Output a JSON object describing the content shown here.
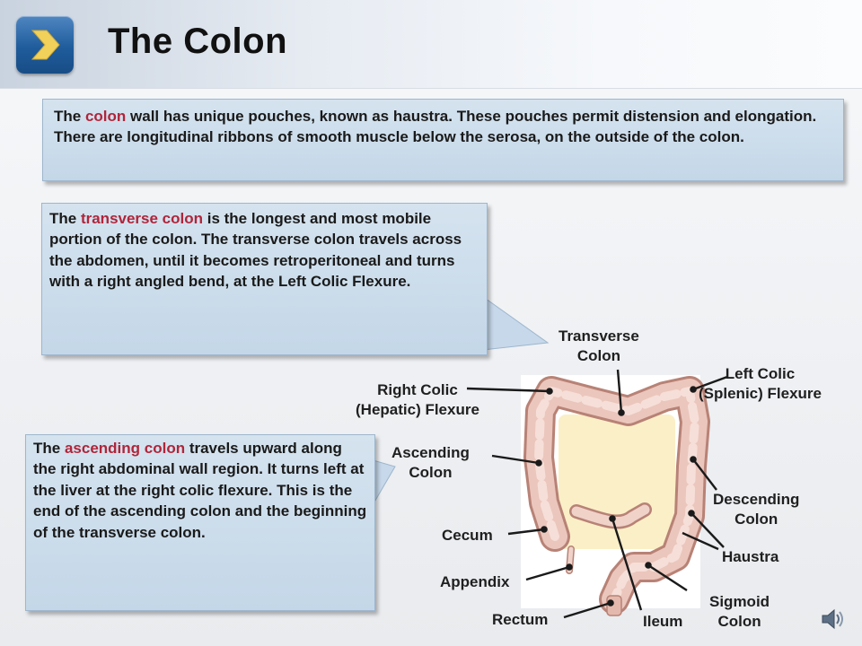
{
  "slide": {
    "title": "The Colon"
  },
  "intro": {
    "pre": "The ",
    "highlight": "colon",
    "post": " wall has unique pouches, known as haustra. These pouches permit distension and elongation. There are longitudinal ribbons of smooth muscle below the serosa, on the outside of the colon."
  },
  "transverse_box": {
    "pre": "The ",
    "highlight": "transverse colon",
    "post": " is the longest and most mobile portion of the colon. The transverse colon travels across the abdomen, until it becomes retroperitoneal and  turns with a right angled bend, at the Left Colic Flexure."
  },
  "ascending_box": {
    "pre": "The ",
    "highlight": "ascending colon",
    "post": " travels upward along the right abdominal wall region. It turns left at the liver at the right colic flexure. This is the end of the ascending colon and the beginning of the transverse colon."
  },
  "diagram_labels": {
    "transverse_colon": [
      "Transverse",
      "Colon"
    ],
    "right_colic": [
      "Right Colic",
      "(Hepatic) Flexure"
    ],
    "left_colic": [
      "Left Colic",
      "(Splenic) Flexure"
    ],
    "ascending_colon": [
      "Ascending",
      "Colon"
    ],
    "descending_colon": [
      "Descending",
      "Colon"
    ],
    "cecum": "Cecum",
    "haustra": "Haustra",
    "appendix": "Appendix",
    "sigmoid_colon": [
      "Sigmoid",
      "Colon"
    ],
    "rectum": "Rectum",
    "ileum": "Ileum"
  },
  "colors": {
    "highlight": "#b0253a",
    "box_fill": "#c9dbeb",
    "nav_blue": "#1f5c9c",
    "nav_arrow": "#f2d15a",
    "colon_pink": "#e8c2b8",
    "abdomen_fill": "#fbefc7"
  },
  "icons": {
    "nav": "chevron-right-icon",
    "audio": "speaker-icon"
  }
}
